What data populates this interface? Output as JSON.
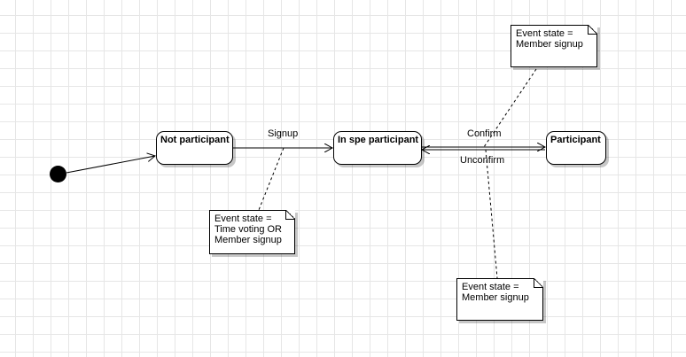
{
  "states": {
    "not_participant": "Not participant",
    "in_spe_participant": "In spe participant",
    "participant": "Participant"
  },
  "transitions": {
    "signup": "Signup",
    "confirm": "Confirm",
    "unconfirm": "Unconfirm"
  },
  "notes": {
    "top_right": [
      "Event state =",
      "Member signup"
    ],
    "bottom_left": [
      "Event state =",
      "Time voting OR",
      "Member signup"
    ],
    "bottom_right": [
      "Event state =",
      "Member signup"
    ]
  }
}
